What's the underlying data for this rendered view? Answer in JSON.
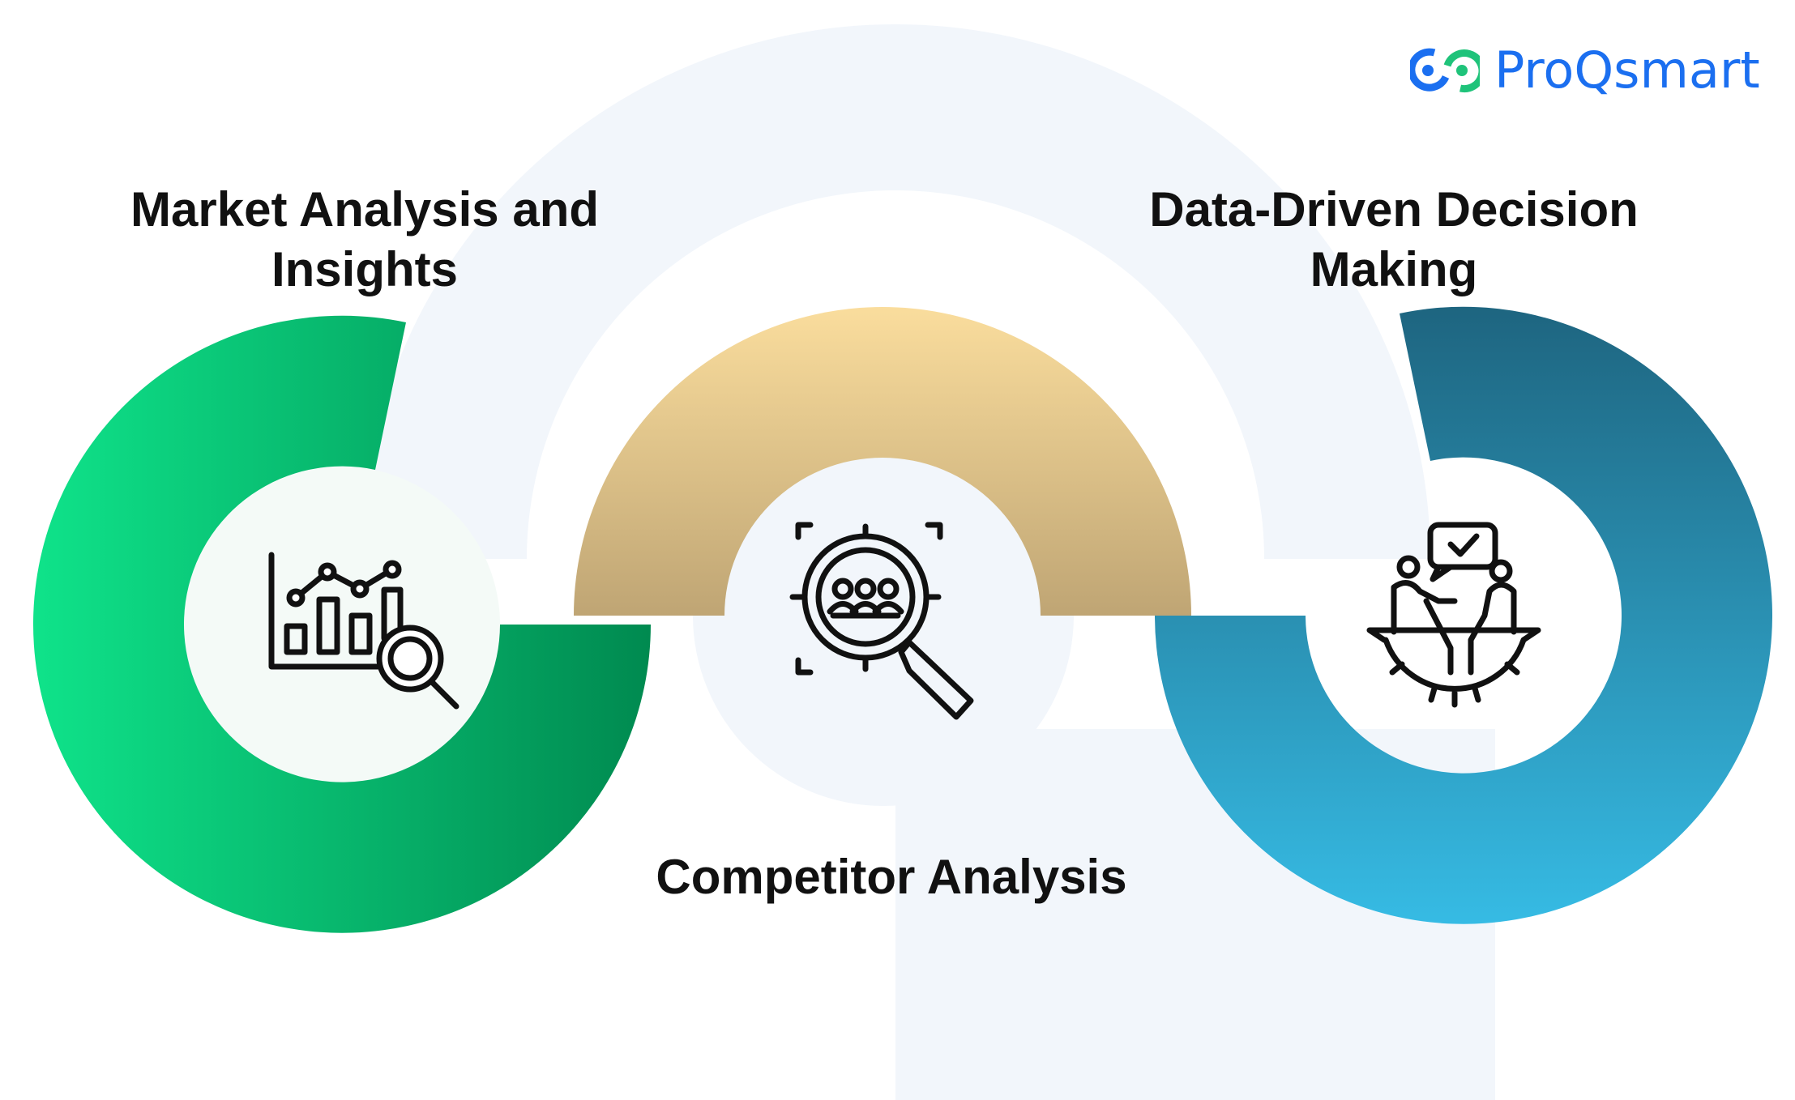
{
  "brand": {
    "name": "ProQsmart",
    "color": "#1b6ff0",
    "accent": "#1fc37a"
  },
  "stages": [
    {
      "title": "Market Analysis and Insights",
      "icon": "chart-magnifier-icon",
      "color_start": "#0fe38a",
      "color_end": "#008a50"
    },
    {
      "title": "Competitor Analysis",
      "icon": "target-group-search-icon",
      "color_start": "#fadd9d",
      "color_end": "#bfa574"
    },
    {
      "title": "Data-Driven Decision Making",
      "icon": "team-decision-gear-icon",
      "color_start": "#1e6580",
      "color_end": "#36bbe4"
    }
  ]
}
